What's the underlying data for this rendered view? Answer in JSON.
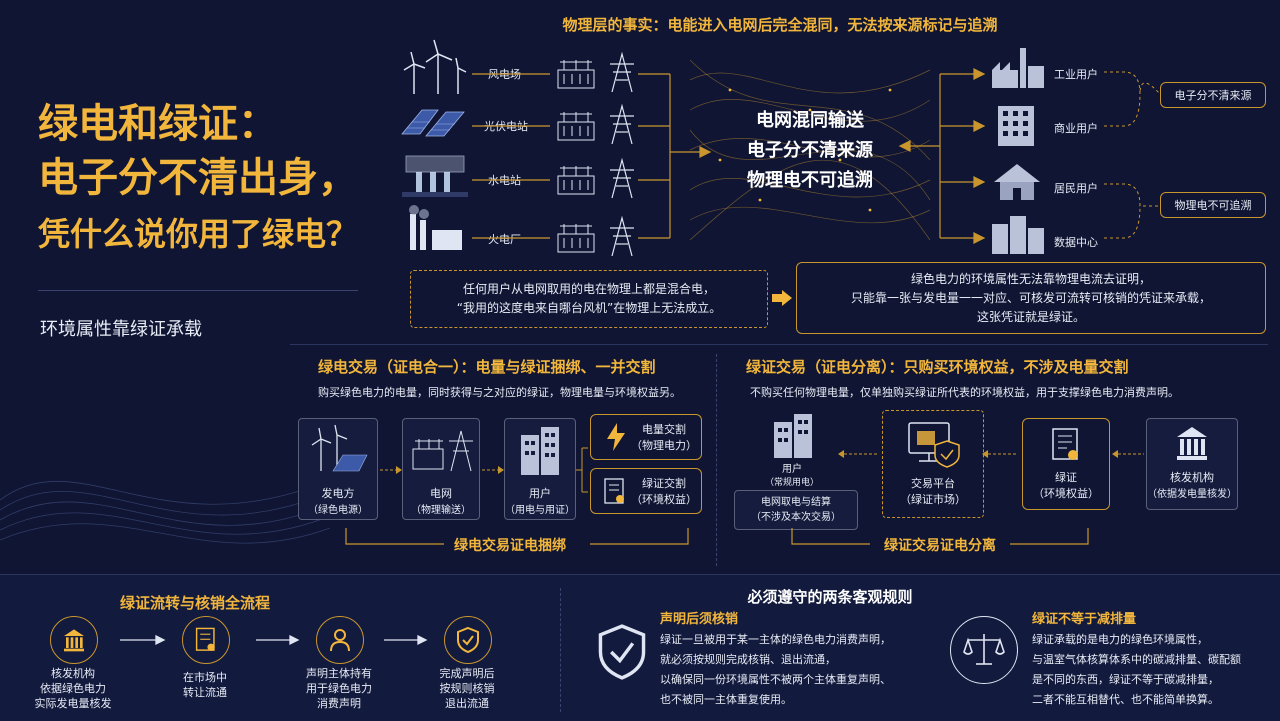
{
  "hero": {
    "line1": "绿电和绿证：",
    "line2": "电子分不清出身，",
    "line3": "凭什么说你用了绿电？",
    "subtitle": "环境属性靠绿证承载"
  },
  "physical": {
    "title": "物理层的事实：电能进入电网后完全混同，无法按来源标记与追溯",
    "sources": [
      "风电场",
      "光伏电站",
      "水电站",
      "火电厂"
    ],
    "grid_lines": [
      "电网混同输送",
      "电子分不清来源",
      "物理电不可追溯"
    ],
    "users": [
      "工业用户",
      "商业用户",
      "居民用户",
      "数据中心"
    ],
    "tags": [
      "电子分不清来源",
      "物理电不可追溯"
    ],
    "note_left": [
      "任何用户从电网取用的电在物理上都是混合电，",
      "“我用的这度电来自哪台风机”在物理上无法成立。"
    ],
    "note_right": [
      "绿色电力的环境属性无法靠物理电流去证明，",
      "只能靠一张与发电量一一对应、可核发可流转可核销的凭证来承载，",
      "这张凭证就是绿证。"
    ]
  },
  "bundle": {
    "title": "绿电交易（证电合一）：电量与绿证捆绑、一并交割",
    "desc": "购买绿色电力的电量，同时获得与之对应的绿证，物理电量与环境权益另。",
    "nodes": [
      {
        "name": "发电方",
        "sub": "（绿色电源）"
      },
      {
        "name": "电网",
        "sub": "（物理输送）"
      },
      {
        "name": "用户",
        "sub": "（用电与用证）"
      }
    ],
    "deliver": [
      {
        "name": "电量交割",
        "sub": "（物理电力）"
      },
      {
        "name": "绿证交割",
        "sub": "（环境权益）"
      }
    ],
    "footer": "绿电交易证电捆绑"
  },
  "unbundle": {
    "title": "绿证交易（证电分离）：只购买环境权益，不涉及电量交割",
    "desc": "不购买任何物理电量，仅单独购买绿证所代表的环境权益，用于支撑绿色电力消费声明。",
    "user": {
      "name": "用户",
      "sub": "（常规用电）"
    },
    "user_note": [
      "电网取电与结算",
      "（不涉及本次交易）"
    ],
    "platform": {
      "name": "交易平台",
      "sub": "（绿证市场）"
    },
    "cert": {
      "name": "绿证",
      "sub": "（环境权益）"
    },
    "issuer": {
      "name": "核发机构",
      "sub": "（依据发电量核发）"
    },
    "footer": "绿证交易证电分离"
  },
  "flow": {
    "title": "绿证流转与核销全流程",
    "steps": [
      [
        "核发机构",
        "依据绿色电力",
        "实际发电量核发"
      ],
      [
        "在市场中",
        "转让流通"
      ],
      [
        "声明主体持有",
        "用于绿色电力",
        "消费声明"
      ],
      [
        "完成声明后",
        "按规则核销",
        "退出流通"
      ]
    ]
  },
  "rules": {
    "title": "必须遵守的两条客观规则",
    "rule1": {
      "title": "声明后须核销",
      "lines": [
        "绿证一旦被用于某一主体的绿色电力消费声明，",
        "就必须按规则完成核销、退出流通，",
        "以确保同一份环境属性不被两个主体重复声明、",
        "也不被同一主体重复使用。"
      ]
    },
    "rule2": {
      "title": "绿证不等于减排量",
      "lines": [
        "绿证承载的是电力的绿色环境属性，",
        "与温室气体核算体系中的碳减排量、碳配额",
        "是不同的东西，绿证不等于碳减排量，",
        "二者不能互相替代、也不能简单换算。"
      ]
    }
  },
  "colors": {
    "accent": "#f2b63c",
    "bg": "#0f1533",
    "line": "#c9962e"
  },
  "icons": [
    "wind-turbine-icon",
    "solar-panel-icon",
    "hydro-dam-icon",
    "thermal-plant-icon",
    "substation-icon",
    "pylon-icon",
    "factory-icon",
    "office-icon",
    "house-icon",
    "datacenter-icon",
    "lightning-icon",
    "certificate-icon",
    "monitor-shield-icon",
    "bank-icon",
    "person-icon",
    "shield-check-icon",
    "scale-icon"
  ]
}
